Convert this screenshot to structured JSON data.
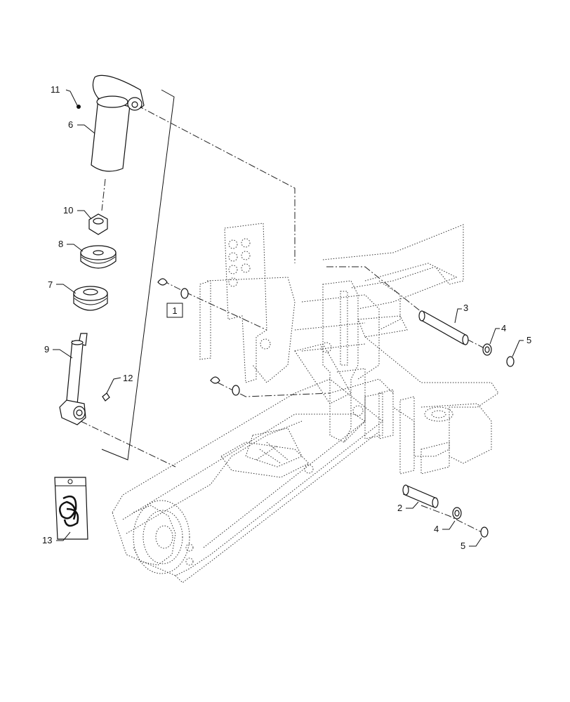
{
  "callouts": {
    "c1": "1",
    "c2": "2",
    "c3": "3",
    "c4a": "4",
    "c4b": "4",
    "c5a": "5",
    "c5b": "5",
    "c6": "6",
    "c7": "7",
    "c8": "8",
    "c9": "9",
    "c10": "10",
    "c11": "11",
    "c12": "12",
    "c13": "13"
  }
}
